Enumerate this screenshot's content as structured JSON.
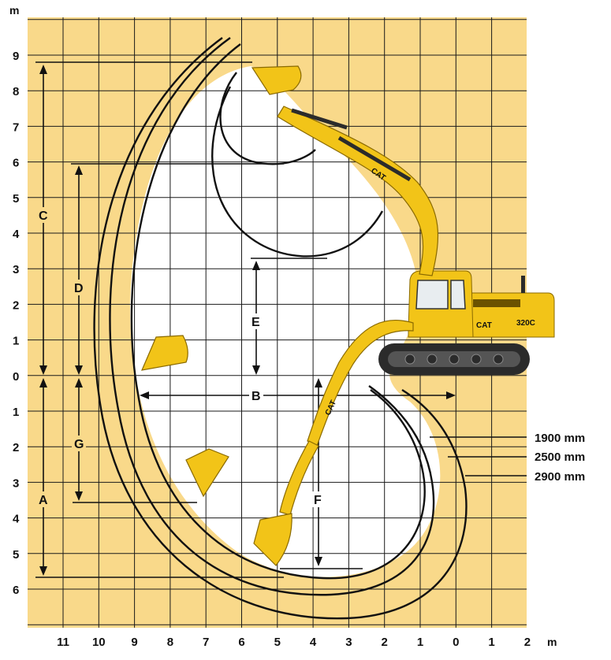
{
  "axes": {
    "y_unit": "m",
    "x_unit": "m",
    "y_ticks": [
      "9",
      "8",
      "7",
      "6",
      "5",
      "4",
      "3",
      "2",
      "1",
      "0",
      "1",
      "2",
      "3",
      "4",
      "5",
      "6"
    ],
    "x_ticks": [
      "11",
      "10",
      "9",
      "8",
      "7",
      "6",
      "5",
      "4",
      "3",
      "2",
      "1",
      "0",
      "1",
      "2"
    ]
  },
  "dimensions": {
    "A": "A",
    "B": "B",
    "C": "C",
    "D": "D",
    "E": "E",
    "F": "F",
    "G": "G"
  },
  "radii": [
    "1900 mm",
    "2500 mm",
    "2900 mm"
  ],
  "machine": {
    "brand_boom": "CAT",
    "brand_stick": "CAT",
    "brand_body": "CAT",
    "model": "320C"
  },
  "colors": {
    "panel": "#f9d98a",
    "grid": "#1a1a1a",
    "machine": "#f2c418",
    "machine_shadow": "#c9960a",
    "steel": "#2b2b2b"
  }
}
